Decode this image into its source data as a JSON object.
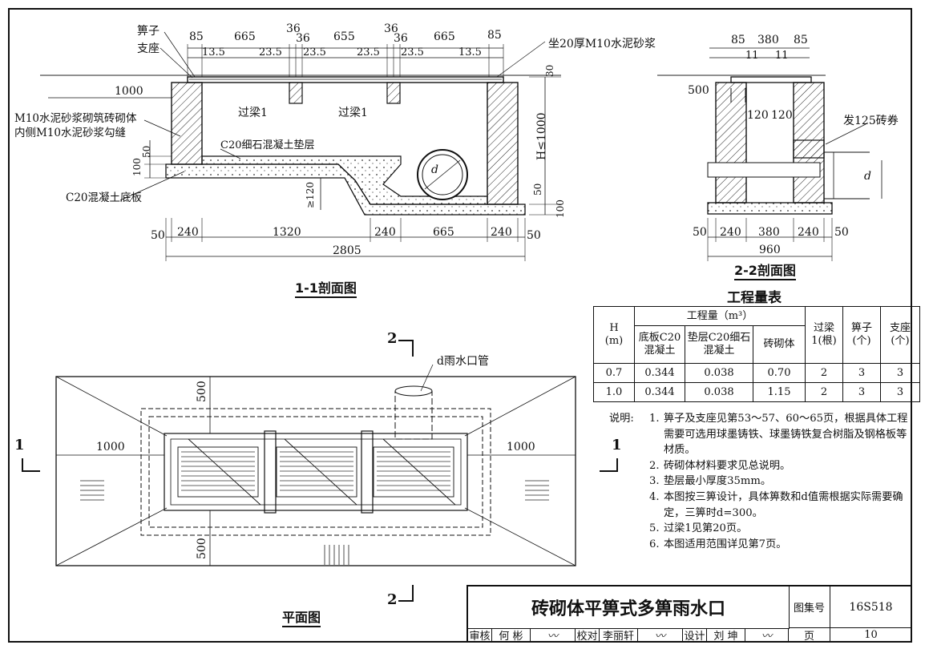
{
  "section11": {
    "title": "1-1剖面图",
    "top_dims": [
      "85",
      "665",
      "36",
      "36",
      "655",
      "36",
      "36",
      "665",
      "85"
    ],
    "sub_dims": [
      "13.5",
      "23.5",
      "23.5",
      "23.5",
      "23.5",
      "13.5"
    ],
    "bottom_dims": [
      "50",
      "240",
      "1320",
      "240",
      "665",
      "240",
      "50"
    ],
    "total": "2805",
    "labels": {
      "grate": "箅子",
      "support": "支座",
      "mortar20": "坐20厚M10水泥砂浆",
      "len1000": "1000",
      "masonry1": "M10水泥砂浆砌筑砖砌体",
      "masonry2": "内侧M10水泥砂浆勾缝",
      "cushion": "C20细石混凝土垫层",
      "base": "C20混凝土底板",
      "beam_a": "过梁1",
      "beam_b": "过梁1",
      "d": "d",
      "h": "H≤1000",
      "v30": "30",
      "v50a": "50",
      "v100a": "100",
      "v120": "≥120",
      "v50b": "50",
      "v100b": "100"
    }
  },
  "section22": {
    "title": "2-2剖面图",
    "top_dims": [
      "85",
      "380",
      "85"
    ],
    "sub_dims": [
      "11",
      "11"
    ],
    "bottom_dims": [
      "50",
      "240",
      "380",
      "240",
      "50"
    ],
    "total": "960",
    "labels": {
      "w500": "500",
      "w120a": "120",
      "w120b": "120",
      "brick": "发125砖券",
      "d": "d"
    }
  },
  "plan": {
    "title": "平面图",
    "pipe": "d雨水口管",
    "left1000": "1000",
    "right1000": "1000",
    "top500": "500",
    "bot500": "500",
    "cut1": "1",
    "cut2": "2"
  },
  "quantity_table": {
    "title": "工程量表",
    "h_header": "H\n(m)",
    "group_header": "工程量（m³）",
    "col_base": "底板C20混凝土",
    "col_cushion": "垫层C20细石混凝土",
    "col_masonry": "砖砌体",
    "col_beam": "过梁1(根)",
    "col_grate": "箅子(个)",
    "col_support": "支座(个)",
    "rows": [
      [
        "0.7",
        "0.344",
        "0.038",
        "0.70",
        "2",
        "3",
        "3"
      ],
      [
        "1.0",
        "0.344",
        "0.038",
        "1.15",
        "2",
        "3",
        "3"
      ]
    ]
  },
  "notes": {
    "label": "说明:",
    "items": [
      {
        "n": "1.",
        "t": "箅子及支座见第53～57、60～65页，根据具体工程需要可选用球墨铸铁、球墨铸铁复合树脂及钢格板等材质。"
      },
      {
        "n": "2.",
        "t": "砖砌体材料要求见总说明。"
      },
      {
        "n": "3.",
        "t": "垫层最小厚度35mm。"
      },
      {
        "n": "4.",
        "t": "本图按三箅设计，具体箅数和d值需根据实际需要确定，三箅时d=300。"
      },
      {
        "n": "5.",
        "t": "过梁1见第20页。"
      },
      {
        "n": "6.",
        "t": "本图适用范围详见第7页。"
      }
    ]
  },
  "title_block": {
    "title": "砖砌体平箅式多箅雨水口",
    "atlas_label": "图集号",
    "atlas_no": "16S518",
    "review": "审核",
    "reviewer": "何 彬",
    "check": "校对",
    "checker": "李丽轩",
    "design": "设计",
    "designer": "刘 坤",
    "page_label": "页",
    "page_no": "10"
  }
}
